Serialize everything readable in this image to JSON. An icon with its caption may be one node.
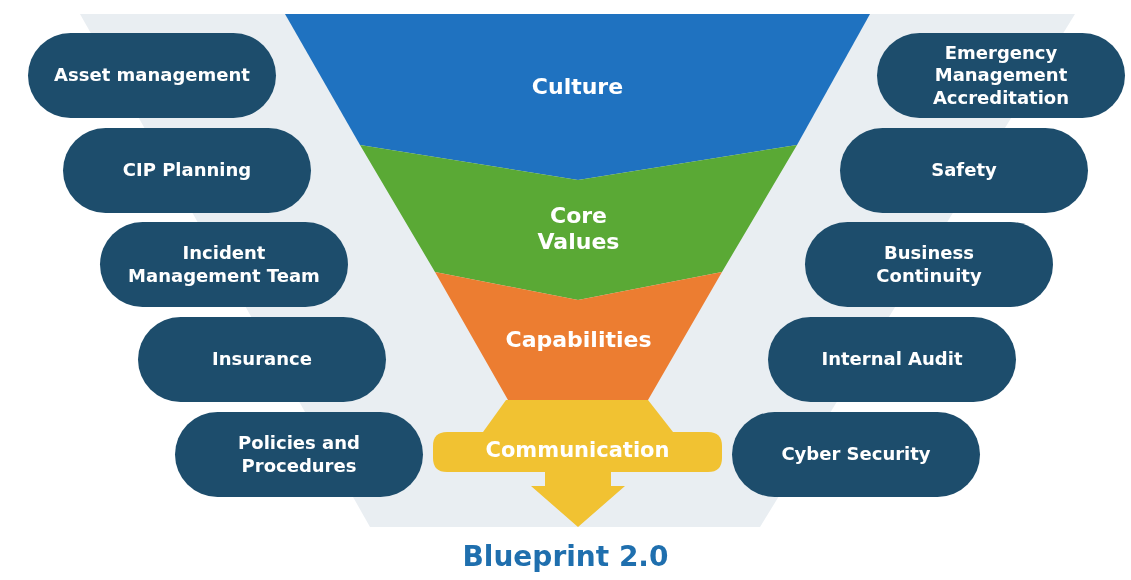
{
  "diagram": {
    "title": "Blueprint 2.0",
    "nodes": [
      {
        "text": [
          "Culture"
        ]
      },
      {
        "text": [
          "Core Values"
        ]
      },
      {
        "text": [
          "Capabilities"
        ]
      },
      {
        "text": [
          "Communication"
        ]
      },
      {
        "text": [
          "Asset management"
        ]
      },
      {
        "text": [
          "CIP Planning"
        ]
      },
      {
        "text": [
          "Incident Management Team"
        ]
      },
      {
        "text": [
          "Insurance"
        ]
      },
      {
        "text": [
          "Policies and Procedures"
        ]
      },
      {
        "text": [
          "Emergency Management Accreditation"
        ]
      },
      {
        "text": [
          "Safety"
        ]
      },
      {
        "text": [
          "Business Continuity"
        ]
      },
      {
        "text": [
          "Internal Audit"
        ]
      },
      {
        "text": [
          "Cyber Security"
        ]
      }
    ]
  }
}
